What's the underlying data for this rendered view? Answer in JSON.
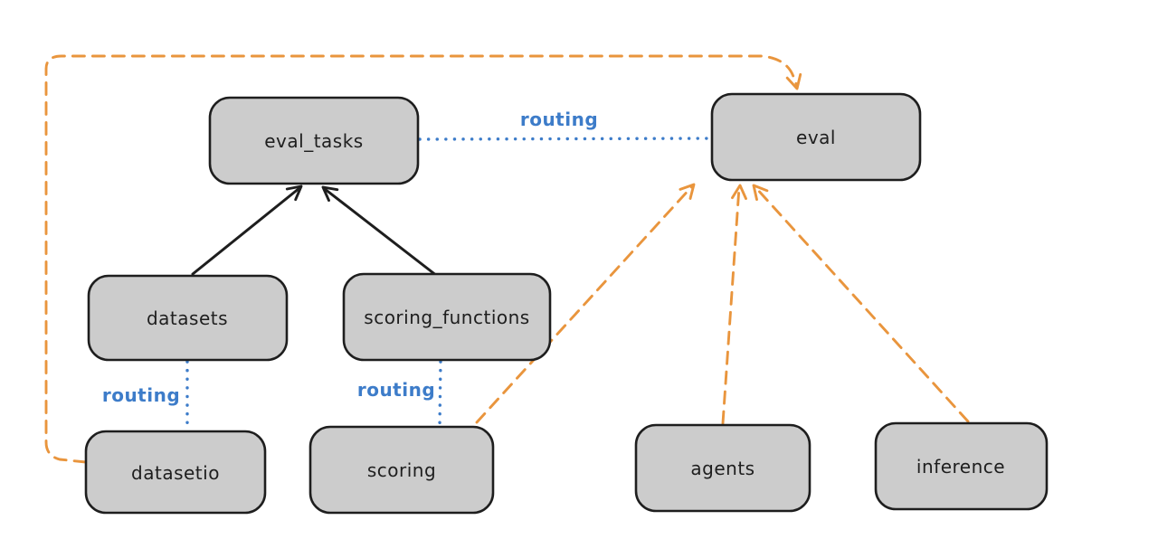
{
  "palette": {
    "node_blue_fill": "#a9d6f9",
    "node_green_fill": "#b7e9c0",
    "node_stroke": "#1e1e1e",
    "black_edge": "#1e1e1e",
    "routing_blue": "#3d7cc9",
    "orange": "#e9953d",
    "background": "#ffffff"
  },
  "nodes": [
    {
      "id": "eval_tasks",
      "label": "eval_tasks",
      "color": "blue"
    },
    {
      "id": "eval",
      "label": "eval",
      "color": "green"
    },
    {
      "id": "datasets",
      "label": "datasets",
      "color": "blue"
    },
    {
      "id": "scoring_functions",
      "label": "scoring_functions",
      "color": "blue"
    },
    {
      "id": "datasetio",
      "label": "datasetio",
      "color": "green"
    },
    {
      "id": "scoring",
      "label": "scoring",
      "color": "green"
    },
    {
      "id": "agents",
      "label": "agents",
      "color": "green"
    },
    {
      "id": "inference",
      "label": "inference",
      "color": "green"
    }
  ],
  "edges": [
    {
      "from": "datasets",
      "to": "eval_tasks",
      "style": "solid-arrow",
      "color": "black",
      "label": ""
    },
    {
      "from": "scoring_functions",
      "to": "eval_tasks",
      "style": "solid-arrow",
      "color": "black",
      "label": ""
    },
    {
      "from": "eval_tasks",
      "to": "eval",
      "style": "dotted",
      "color": "blue",
      "label": "routing"
    },
    {
      "from": "datasets",
      "to": "datasetio",
      "style": "dotted",
      "color": "blue",
      "label": "routing"
    },
    {
      "from": "scoring_functions",
      "to": "scoring",
      "style": "dotted",
      "color": "blue",
      "label": "routing"
    },
    {
      "from": "datasetio",
      "to": "eval",
      "style": "dashed-arrow",
      "color": "orange",
      "label": ""
    },
    {
      "from": "scoring",
      "to": "eval",
      "style": "dashed-arrow",
      "color": "orange",
      "label": ""
    },
    {
      "from": "agents",
      "to": "eval",
      "style": "dashed-arrow",
      "color": "orange",
      "label": ""
    },
    {
      "from": "inference",
      "to": "eval",
      "style": "dashed-arrow",
      "color": "orange",
      "label": ""
    }
  ]
}
